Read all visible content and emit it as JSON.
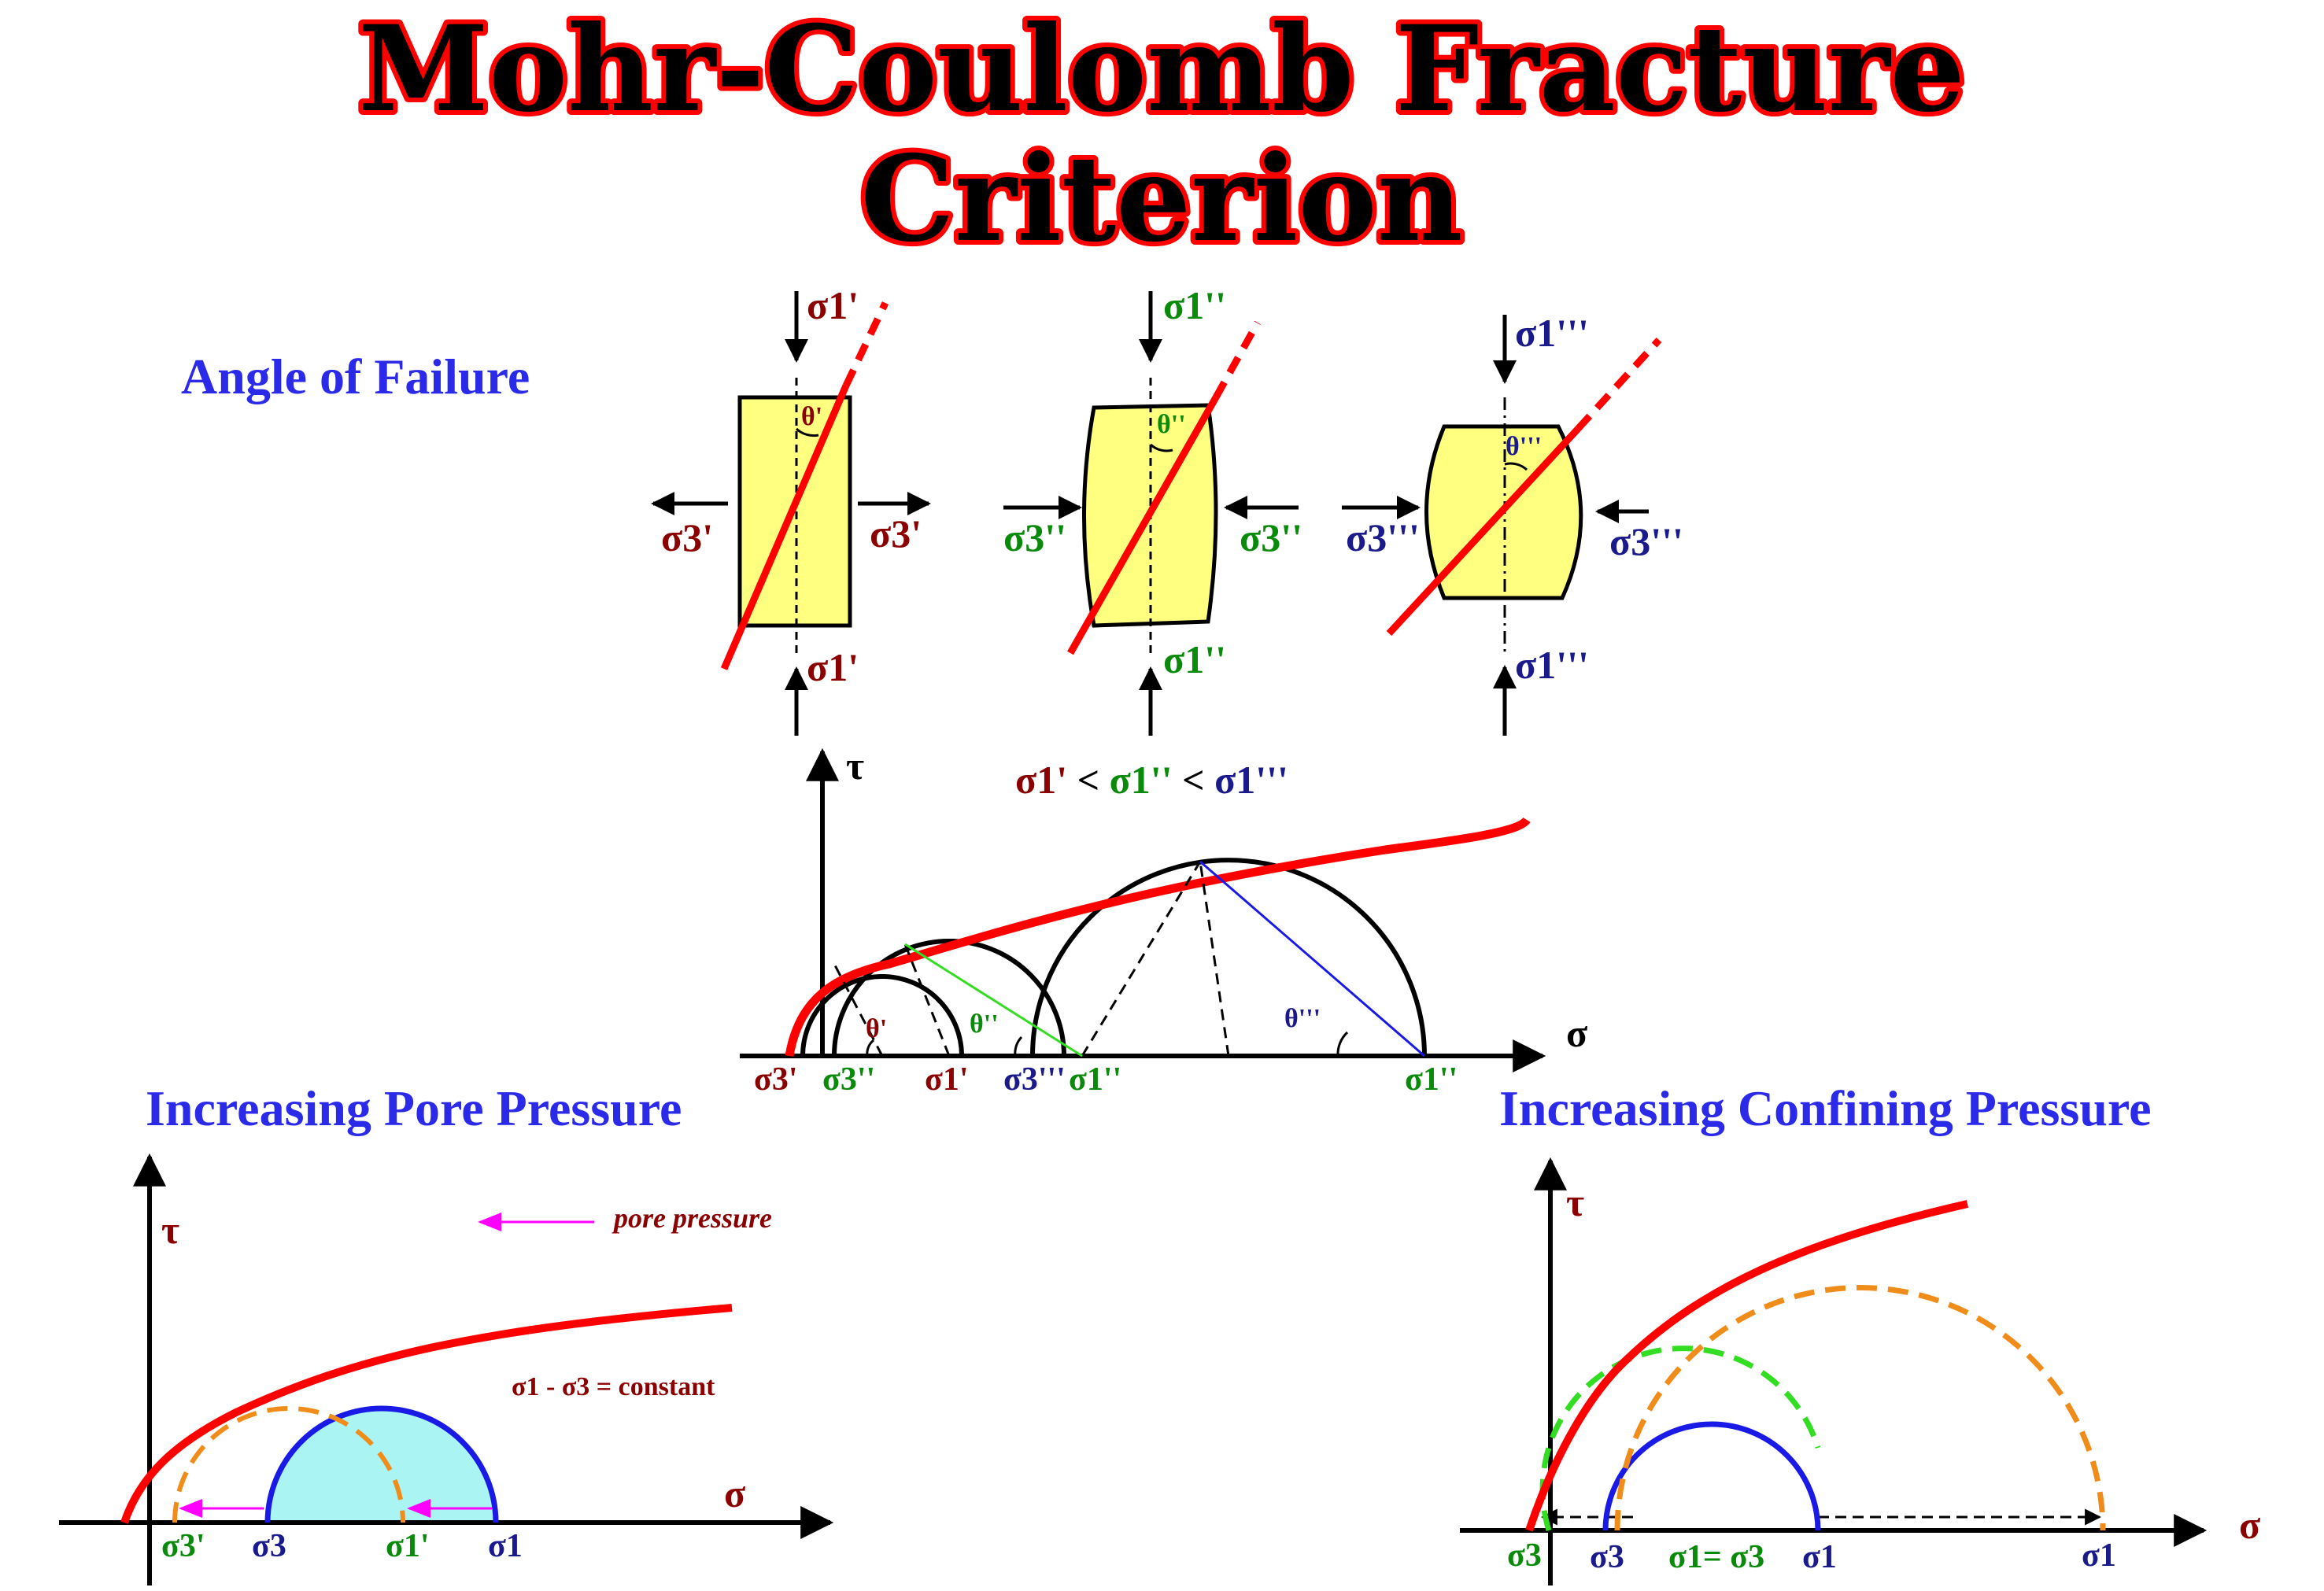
{
  "title": {
    "line1": "Mohr-Coulomb Fracture",
    "line2": "Criterion"
  },
  "headings": {
    "angle": "Angle of Failure",
    "pore": "Increasing Pore Pressure",
    "confining": "Increasing Confining Pressure"
  },
  "samples": {
    "s1": {
      "top": "σ1'",
      "bottom": "σ1'",
      "left": "σ3'",
      "right": "σ3'",
      "theta": "θ'"
    },
    "s2": {
      "top": "σ1''",
      "bottom": "σ1''",
      "left": "σ3''",
      "right": "σ3''",
      "theta": "θ''"
    },
    "s3": {
      "top": "σ1'''",
      "bottom": "σ1'''",
      "left": "σ3'''",
      "right": "σ3'''",
      "theta": "θ'''"
    }
  },
  "middle": {
    "tau": "τ",
    "sigma": "σ",
    "inequality": [
      "σ1'",
      " < ",
      "σ1''",
      " < ",
      "σ1'''"
    ],
    "ticks": [
      "σ3'",
      "σ3''",
      "σ1'",
      "σ3'''",
      "σ1''",
      "σ1''"
    ],
    "angles": [
      "θ'",
      "θ''",
      "θ'''"
    ]
  },
  "pore": {
    "tau": "τ",
    "sigma": "σ",
    "arrow_label": "pore pressure",
    "equation": "σ1 - σ3 =  constant",
    "ticks": [
      "σ3'",
      "σ3",
      "σ1'",
      "σ1"
    ]
  },
  "confining": {
    "tau": "τ",
    "sigma": "σ",
    "ticks": [
      "σ3",
      "σ3",
      "σ1= σ3",
      "σ1",
      "σ1"
    ]
  },
  "colors": {
    "envelope": "#ff0000",
    "title_outline": "#ff0000",
    "heading": "#2a2ae8",
    "sample_fill": "#ffff80",
    "dark_red": "#8b0000",
    "green": "#0a8a0a",
    "navy": "#1a1a8c",
    "blue_circle": "#1a1ae6",
    "cyan_fill": "#aaf4f4",
    "orange": "#f08c1a",
    "magenta": "#ff00ff",
    "lime": "#33dd22"
  }
}
